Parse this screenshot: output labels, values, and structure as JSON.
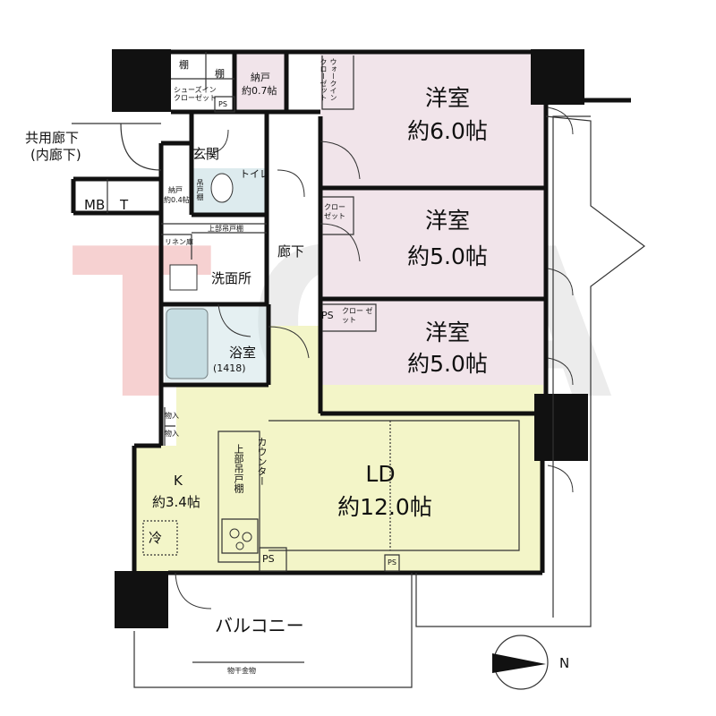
{
  "colors": {
    "bedroom_fill": "#f1e4ea",
    "ld_fill": "#f3f5c8",
    "bath_fill": "#c6dde2",
    "wall": "#111111",
    "watermark_gray": "#c8c8c8",
    "watermark_red": "#e07a7a"
  },
  "watermark": {
    "text": "TOA"
  },
  "labels": {
    "corridor_common": "共用廊下",
    "corridor_inner": "(内廊下)",
    "shelf1": "棚",
    "shelf2": "棚",
    "shoes_closet_1": "シューズイン",
    "shoes_closet_2": "クローゼット",
    "storage_top": "納戸",
    "storage_top_size": "約0.7帖",
    "ps": "PS",
    "walkin_1": "ウォークイン",
    "walkin_2": "クローゼット",
    "entrance": "玄関",
    "storage_small": "納戸",
    "storage_small_size": "約0.4帖",
    "toilet": "トイレ",
    "toilet_cabinet": "吊戸棚",
    "upper_cabinet": "上部吊戸棚",
    "linen": "リネン庫",
    "washroom": "洗面所",
    "hallway": "廊下",
    "bath": "浴室",
    "bath_size": "(1418)",
    "mb": "MB",
    "t": "T",
    "room1_name": "洋室",
    "room1_size": "約6.0帖",
    "room2_name": "洋室",
    "room2_size": "約5.0帖",
    "room3_name": "洋室",
    "room3_size": "約5.0帖",
    "closet_a": "クロー ゼット",
    "closet_b": "クロー ゼット",
    "ps_mid": "PS",
    "ld_name": "LD",
    "ld_size": "約12.0帖",
    "k_name": "K",
    "k_size": "約3.4帖",
    "fridge": "冷",
    "counter": "カウンター",
    "kitchen_upper": "上部吊戸棚",
    "ps_kitchen": "PS",
    "ps_small": "PS",
    "storage_in1": "物入",
    "storage_in2": "物入",
    "balcony": "バルコニー",
    "laundry_hanger": "物干金物",
    "north": "N"
  }
}
